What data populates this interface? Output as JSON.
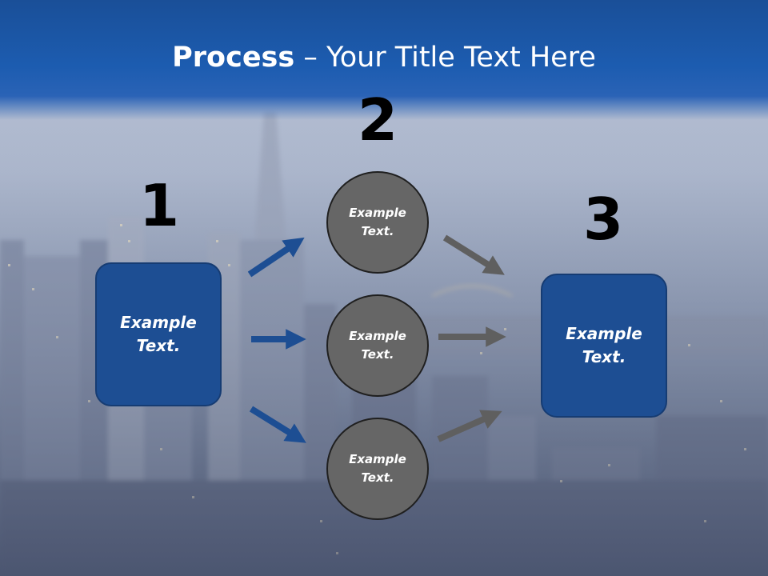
{
  "title": {
    "bold": "Process",
    "rest": " – Your Title Text Here"
  },
  "steps": {
    "one": {
      "number": "1",
      "text": "Example\nText."
    },
    "two": {
      "number": "2"
    },
    "three": {
      "number": "3",
      "text": "Example\nText."
    }
  },
  "circles": [
    {
      "text": "Example\nText."
    },
    {
      "text": "Example\nText."
    },
    {
      "text": "Example\nText."
    }
  ],
  "colors": {
    "box_fill": "#1d4e93",
    "circle_fill": "#666666",
    "arrow_blue": "#1d4e93",
    "arrow_gray": "#5f5f5f",
    "title_band": "#1c5cb0"
  }
}
